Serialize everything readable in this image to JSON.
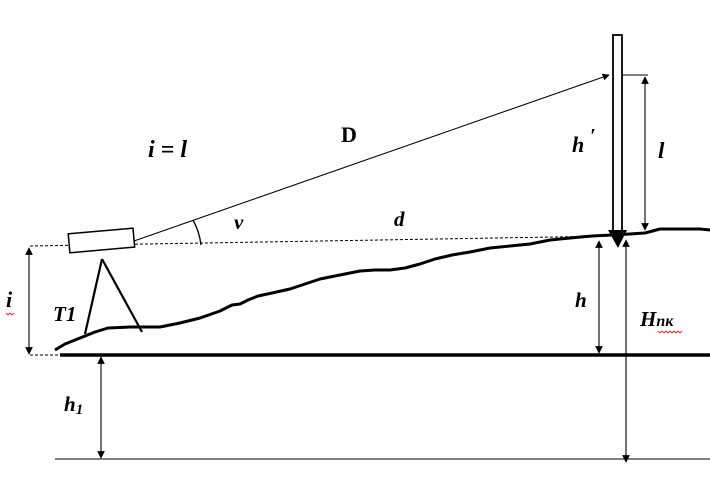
{
  "diagram": {
    "labels": {
      "equation": "i = l",
      "slope_distance": "D",
      "rod_reading": "h",
      "rod_reading_prime": "′",
      "rod_length": "l",
      "vertical_angle": "v",
      "horizontal_distance": "d",
      "instrument_height": "i",
      "station": "T1",
      "elevation_difference": "h",
      "picket_elevation_H": "H",
      "picket_elevation_sub": "пк",
      "base_height_h": "h",
      "base_height_sub": "1"
    }
  }
}
